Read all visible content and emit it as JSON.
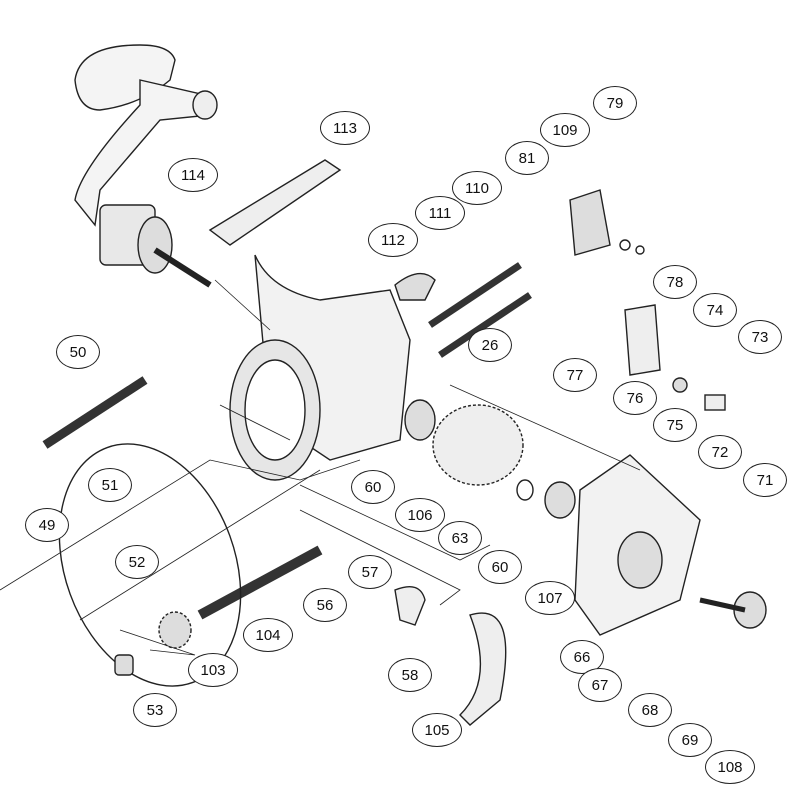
{
  "diagram": {
    "type": "exploded parts diagram",
    "part_numbers": {
      "p113": "113",
      "p114": "114",
      "p79": "79",
      "p109": "109",
      "p81": "81",
      "p110": "110",
      "p111": "111",
      "p112": "112",
      "p78": "78",
      "p74": "74",
      "p73": "73",
      "p26": "26",
      "p77": "77",
      "p76": "76",
      "p75": "75",
      "p72": "72",
      "p71": "71",
      "p50": "50",
      "p51": "51",
      "p49": "49",
      "p60a": "60",
      "p106": "106",
      "p63": "63",
      "p60b": "60",
      "p52": "52",
      "p57": "57",
      "p56": "56",
      "p107": "107",
      "p104": "104",
      "p66": "66",
      "p103": "103",
      "p58": "58",
      "p67": "67",
      "p53": "53",
      "p105": "105",
      "p68": "68",
      "p69": "69",
      "p108": "108"
    }
  }
}
